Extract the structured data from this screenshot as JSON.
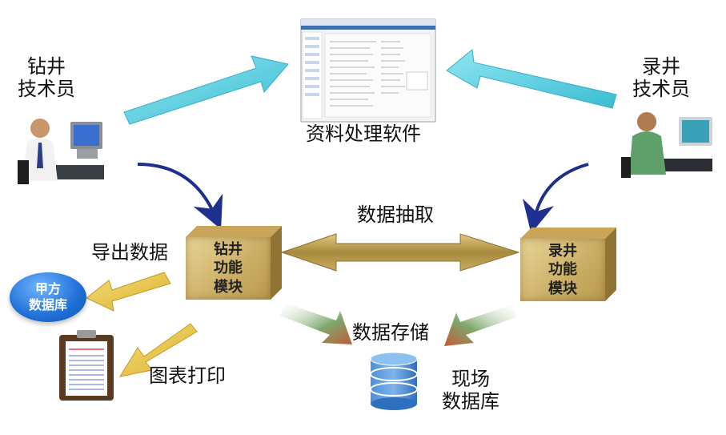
{
  "labels": {
    "drilling_tech": [
      "钻井",
      "技术员"
    ],
    "logging_tech": [
      "录井",
      "技术员"
    ],
    "software": "资料处理软件",
    "extract": "数据抽取",
    "export": "导出数据",
    "store": "数据存储",
    "print": "图表打印",
    "site_db": [
      "现场",
      "数据库"
    ]
  },
  "modules": {
    "drilling": [
      "钻井",
      "功能",
      "模块"
    ],
    "logging": [
      "录井",
      "功能",
      "模块"
    ]
  },
  "client_db": [
    "甲方",
    "数据库"
  ],
  "colors": {
    "cyan_arrow": "#5fd2e4",
    "gold_arrow": "#b99a45",
    "yellow_arrow": "#e8c84a",
    "green_arrow": "#6a9a5c",
    "navy_arrow": "#1f2f8f",
    "db_blue": "#2a6fc4",
    "pill_blue": "#1f6fd6"
  }
}
